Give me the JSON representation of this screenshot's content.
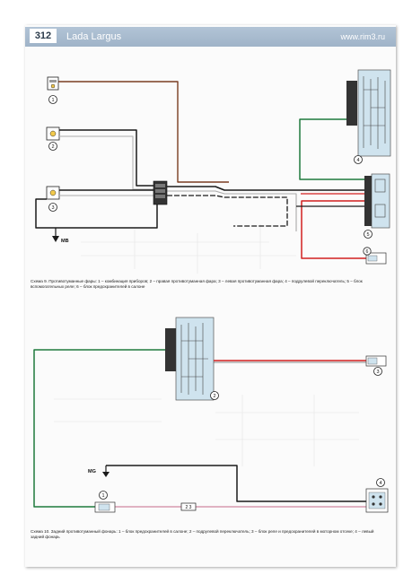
{
  "header": {
    "page_number": "312",
    "book_title": "Lada Largus",
    "site_url": "www.rim3.ru"
  },
  "scheme_1": {
    "ground_label": "MB",
    "component_numbers": [
      "1",
      "2",
      "3",
      "4",
      "5",
      "6"
    ],
    "caption": "Схема 9. Противотуманные фары: 1 – комбинация приборов; 2 – правая противотуманная фара; 3 – левая противотуманная фара; 4 – подрулевой переключатель; 5 – блок вспомогательных реле; 6 – блок предохранителей в салоне"
  },
  "scheme_2": {
    "ground_label": "MG",
    "component_numbers": [
      "1",
      "2",
      "3",
      "4"
    ],
    "inline_connector_label": "2 3",
    "caption": "Схема 10. Задний противотуманный фонарь: 1 – блок предохранителей в салоне; 2 – подрулевой переключатель; 3 – блок реле и предохранителей в моторном отсеке; 4 – левый задний фонарь"
  },
  "colors": {
    "header_band": "#a9bccf",
    "wire_black": "#1a1a1a",
    "wire_brown": "#7a3d22",
    "wire_green": "#1e7a3c",
    "wire_red": "#d22020",
    "wire_pink": "#d79ab0",
    "wire_white": "#f2f2f2",
    "component_fill": "#cfe3ee"
  }
}
